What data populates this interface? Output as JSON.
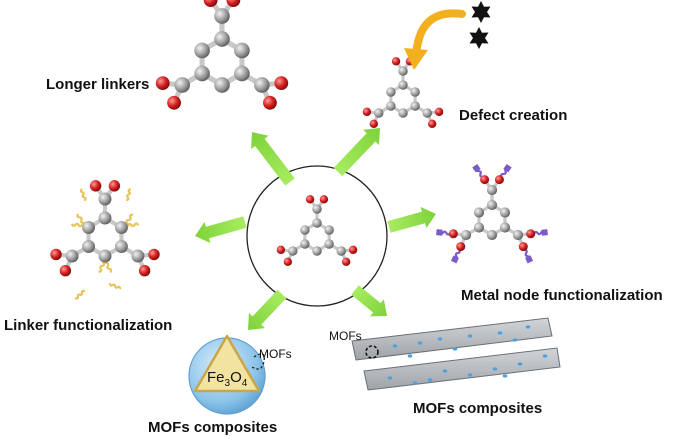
{
  "labels": {
    "longer_linkers": "Longer linkers",
    "defect_creation": "Defect creation",
    "linker_functionalization": "Linker functionalization",
    "metal_node_functionalization": "Metal node functionalization",
    "mofs_composites_left": "MOFs composites",
    "mofs_composites_right": "MOFs composites",
    "mofs_tag_sphere": "MOFs",
    "mofs_tag_fiber": "MOFs",
    "fe3o4_base": "Fe",
    "fe3o4_sub1": "3",
    "fe3o4_o": "O",
    "fe3o4_sub2": "4"
  },
  "colors": {
    "arrow_green": "#8fe04a",
    "carbon_gray": "#9a9a9a",
    "oxygen_red": "#d42020",
    "bond_gray": "#c8c8c8",
    "functional_yellow": "#e8c35a",
    "functional_purple": "#7a5cc8",
    "curved_arrow_orange": "#f2b01e",
    "sphere_blue": "#8cc4ea",
    "triangle_yellow": "#f3e3a0",
    "fiber_gray": "#b9bcc0",
    "fiber_dot_blue": "#4aa3e0"
  },
  "icons": [
    "green-arrow-icon",
    "curved-orange-arrow-icon",
    "defect-star-icon"
  ]
}
